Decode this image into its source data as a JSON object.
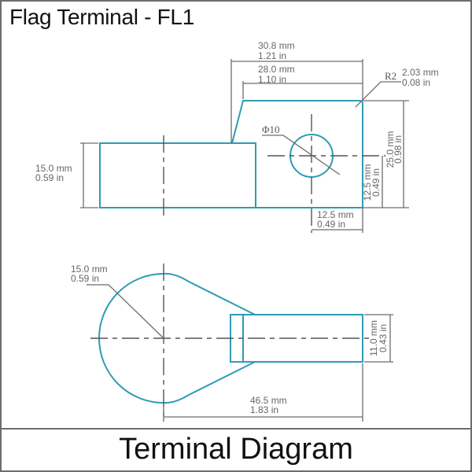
{
  "header": {
    "title": "Flag Terminal - FL1"
  },
  "footer": {
    "caption": "Terminal Diagram"
  },
  "colors": {
    "part_outline": "#2e9bb5",
    "dimension_lines": "#6d6d6d",
    "frame": "#6d6d6d",
    "text": "#111111"
  },
  "top_view": {
    "overall_length": {
      "mm": "30.8 mm",
      "in": "1.21 in"
    },
    "flag_length": {
      "mm": "28.0 mm",
      "in": "1.10 in"
    },
    "corner_radius": {
      "label": "R2",
      "mm": "2.03 mm",
      "in": "0.08 in"
    },
    "flag_height": {
      "mm": "25.0 mm",
      "in": "0.98 in"
    },
    "hole_diameter": {
      "label": "Φ10"
    },
    "hole_center_height": {
      "mm": "12.5 mm",
      "in": "0.49 in"
    },
    "hole_center_offset": {
      "mm": "12.5 mm",
      "in": "0.49 in"
    },
    "barrel_width": {
      "mm": "15.0 mm",
      "in": "0.59 in"
    }
  },
  "side_view": {
    "barrel_radius": {
      "mm": "15.0 mm",
      "in": "0.59 in"
    },
    "tab_height": {
      "mm": "11.0 mm",
      "in": "0.43 in"
    },
    "total_length": {
      "mm": "46.5 mm",
      "in": "1.83 in"
    }
  }
}
